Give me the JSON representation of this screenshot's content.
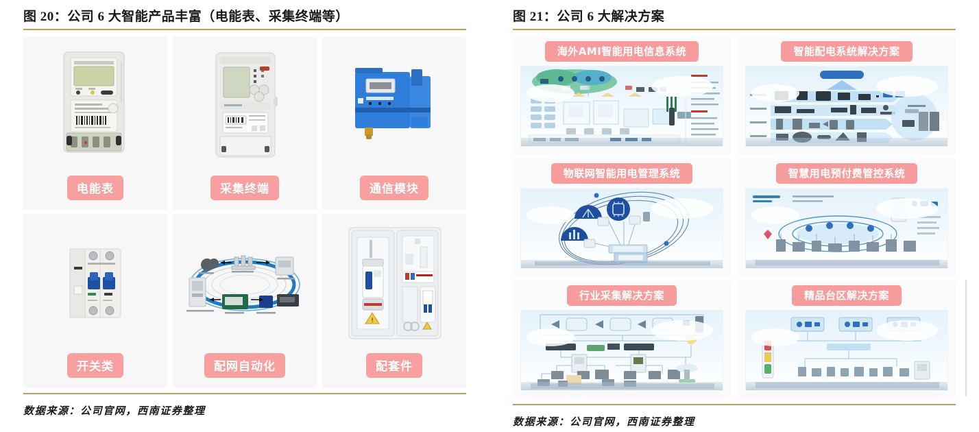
{
  "left_panel": {
    "title": "图 20：公司 6 大智能产品丰富（电能表、采集终端等）",
    "source": "数据来源：公司官网，西南证券整理",
    "accent_rule_color": "#bf9e58",
    "chip_color": "#f8a0a0",
    "products": [
      {
        "label": "电能表",
        "icon": "electric-meter-icon"
      },
      {
        "label": "采集终端",
        "icon": "collection-terminal-icon"
      },
      {
        "label": "通信模块",
        "icon": "communication-module-icon"
      },
      {
        "label": "开关类",
        "icon": "circuit-breaker-icon"
      },
      {
        "label": "配网自动化",
        "icon": "distribution-automation-diagram-icon"
      },
      {
        "label": "配套件",
        "icon": "meter-box-enclosure-icon"
      }
    ]
  },
  "right_panel": {
    "title": "图 21：公司 6 大解决方案",
    "source": "数据来源：公司官网，西南证券整理",
    "accent_rule_color": "#bf9e58",
    "chip_color": "#f79c9c",
    "solutions": [
      {
        "label": "海外AMI智能用电信息系统",
        "icon": "ami-architecture-diagram-icon"
      },
      {
        "label": "智能配电系统解决方案",
        "icon": "layered-distribution-diagram-icon"
      },
      {
        "label": "物联网智能用电管理系统",
        "icon": "iot-orbit-diagram-icon"
      },
      {
        "label": "智慧用电预付费管控系统",
        "icon": "prepaid-control-diagram-icon"
      },
      {
        "label": "行业采集解决方案",
        "icon": "network-topology-diagram-icon"
      },
      {
        "label": "精品台区解决方案",
        "icon": "substation-area-diagram-icon"
      }
    ]
  }
}
